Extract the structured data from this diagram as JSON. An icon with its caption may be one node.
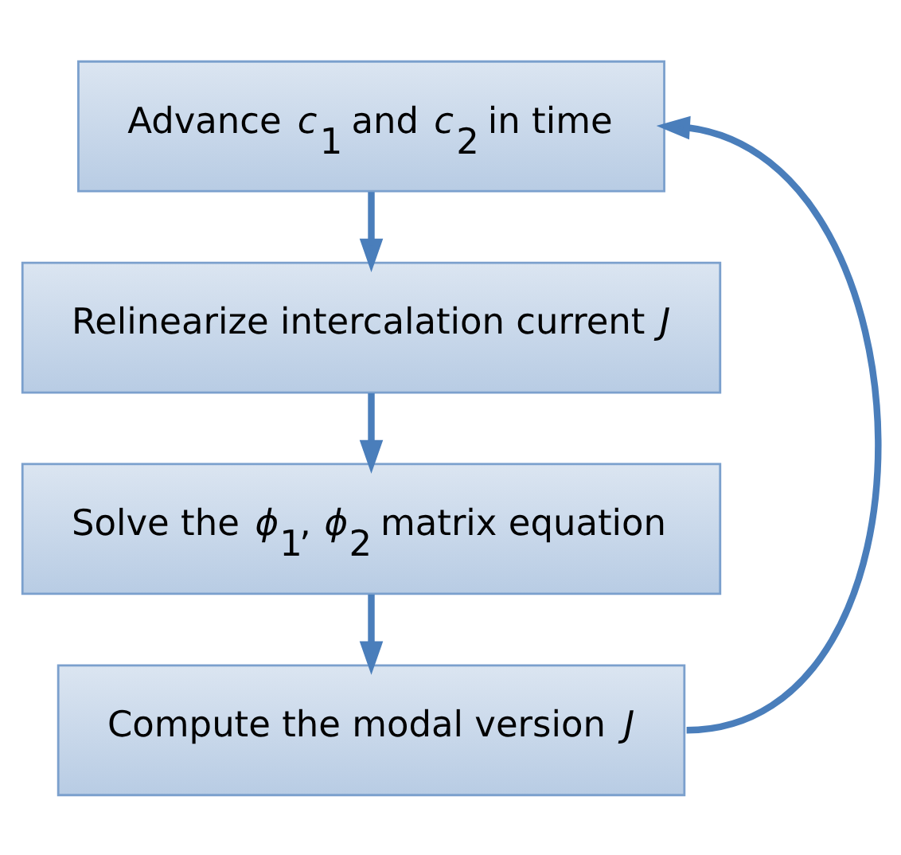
{
  "diagram": {
    "nodes": [
      {
        "text": [
          "Advance *c*$_{1}$ and *c*$_{2}$ in time"
        ]
      },
      {
        "text": [
          "Relinearize intercalation current *J*"
        ]
      },
      {
        "text": [
          "Solve the *ϕ*$_{1}$, *ϕ*$_{2}$ matrix equation"
        ]
      },
      {
        "text": [
          "Compute the modal version *J*"
        ]
      }
    ],
    "edges": [
      {
        "from": 0,
        "to": 1,
        "arrow": "to"
      },
      {
        "from": 1,
        "to": 2,
        "arrow": "to"
      },
      {
        "from": 2,
        "to": 3,
        "arrow": "to"
      },
      {
        "from": 3,
        "to": 0,
        "arrow": "to"
      }
    ]
  }
}
